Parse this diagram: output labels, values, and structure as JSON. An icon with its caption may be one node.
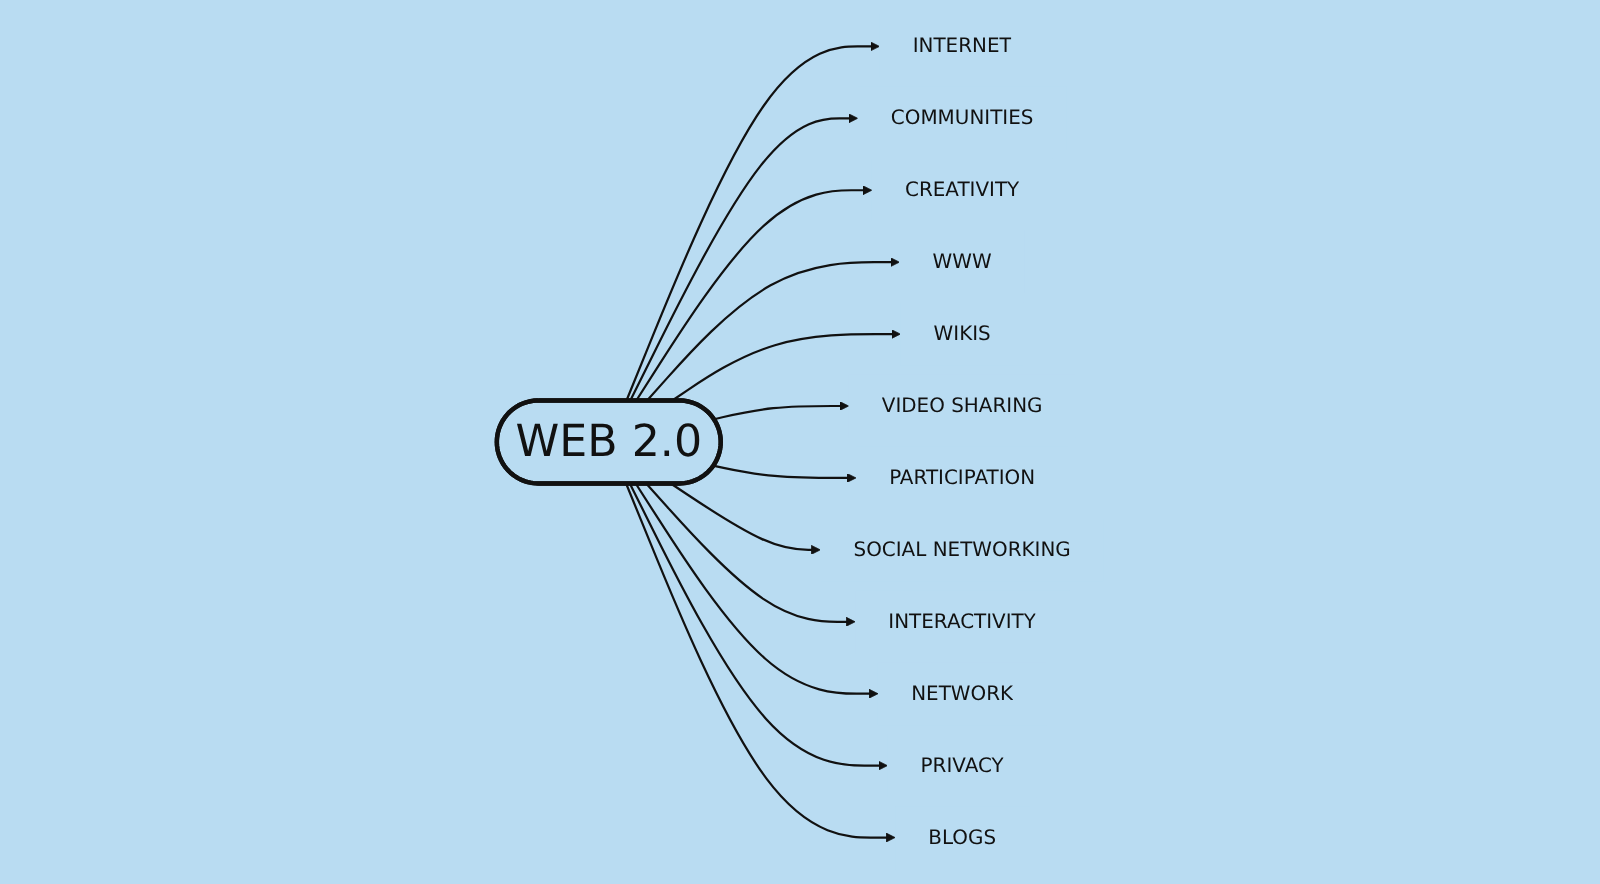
{
  "diagram": {
    "nodes": [
      {
        "text": [
          "WEB 2.0"
        ]
      },
      {
        "text": [
          "INTERNET"
        ]
      },
      {
        "text": [
          "COMMUNITIES"
        ]
      },
      {
        "text": [
          "CREATIVITY"
        ]
      },
      {
        "text": [
          "WWW"
        ]
      },
      {
        "text": [
          "WIKIS"
        ]
      },
      {
        "text": [
          "VIDEO SHARING"
        ]
      },
      {
        "text": [
          "PARTICIPATION"
        ]
      },
      {
        "text": [
          "SOCIAL NETWORKING"
        ]
      },
      {
        "text": [
          "INTERACTIVITY"
        ]
      },
      {
        "text": [
          "NETWORK"
        ]
      },
      {
        "text": [
          "PRIVACY"
        ]
      },
      {
        "text": [
          "BLOGS"
        ]
      }
    ],
    "edges": [
      {
        "from": 0,
        "to": 1,
        "arrow": "to"
      },
      {
        "from": 0,
        "to": 2,
        "arrow": "to"
      },
      {
        "from": 0,
        "to": 3,
        "arrow": "to"
      },
      {
        "from": 0,
        "to": 4,
        "arrow": "to"
      },
      {
        "from": 0,
        "to": 5,
        "arrow": "to"
      },
      {
        "from": 0,
        "to": 6,
        "arrow": "to"
      },
      {
        "from": 0,
        "to": 7,
        "arrow": "to"
      },
      {
        "from": 0,
        "to": 8,
        "arrow": "to"
      },
      {
        "from": 0,
        "to": 9,
        "arrow": "to"
      },
      {
        "from": 0,
        "to": 10,
        "arrow": "to"
      },
      {
        "from": 0,
        "to": 11,
        "arrow": "to"
      },
      {
        "from": 0,
        "to": 12,
        "arrow": "to"
      }
    ]
  }
}
